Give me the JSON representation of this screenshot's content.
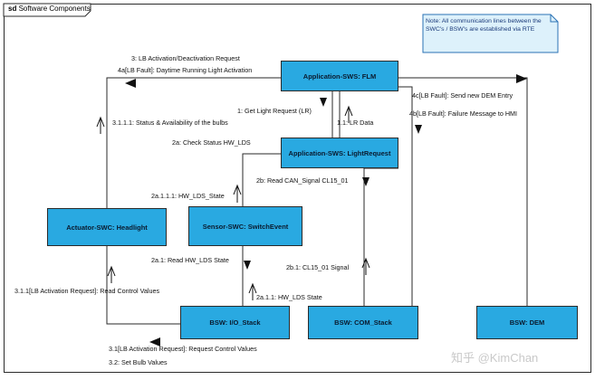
{
  "frame": {
    "tag": "sd",
    "title": "Software Components"
  },
  "note": {
    "text": "Note: All communication lines between the SWC's / BSW's are established via RTE"
  },
  "components": {
    "flm": "Application-SWS: FLM",
    "light_request": "Application-SWS: LightRequest",
    "headlight": "Actuator-SWC: Headlight",
    "switch_event": "Sensor-SWC: SwitchEvent",
    "io_stack": "BSW: I/O_Stack",
    "com_stack": "BSW: COM_Stack",
    "dem": "BSW: DEM"
  },
  "messages": {
    "m3": "3: LB Activation/Deactivation Request",
    "m4a": "4a[LB Fault]: Daytime Running Light Activation",
    "m4c": "4c[LB Fault]: Send new DEM Entry",
    "m4b": "4b[LB Fault]: Failure Message to HMI",
    "m3111": "3.1.1.1: Status & Availability of the bulbs",
    "m1": "1: Get Light Request (LR)",
    "m11": "1.1: LR Data",
    "m2a": "2a: Check Status HW_LDS",
    "m2b": "2b: Read CAN_Signal CL15_01",
    "m2a111": "2a.1.1.1: HW_LDS_State",
    "m2a1": "2a.1: Read HW_LDS State",
    "m2b1": "2b.1: CL15_01 Signal",
    "m2a11": "2a.1.1: HW_LDS State",
    "m311": "3.1.1[LB Activation Request]: Read Control Values",
    "m31": "3.1[LB Activation Request]: Request Control Values",
    "m32": "3.2: Set Bulb Values"
  },
  "watermark": {
    "text": "知乎 @KimChan"
  }
}
